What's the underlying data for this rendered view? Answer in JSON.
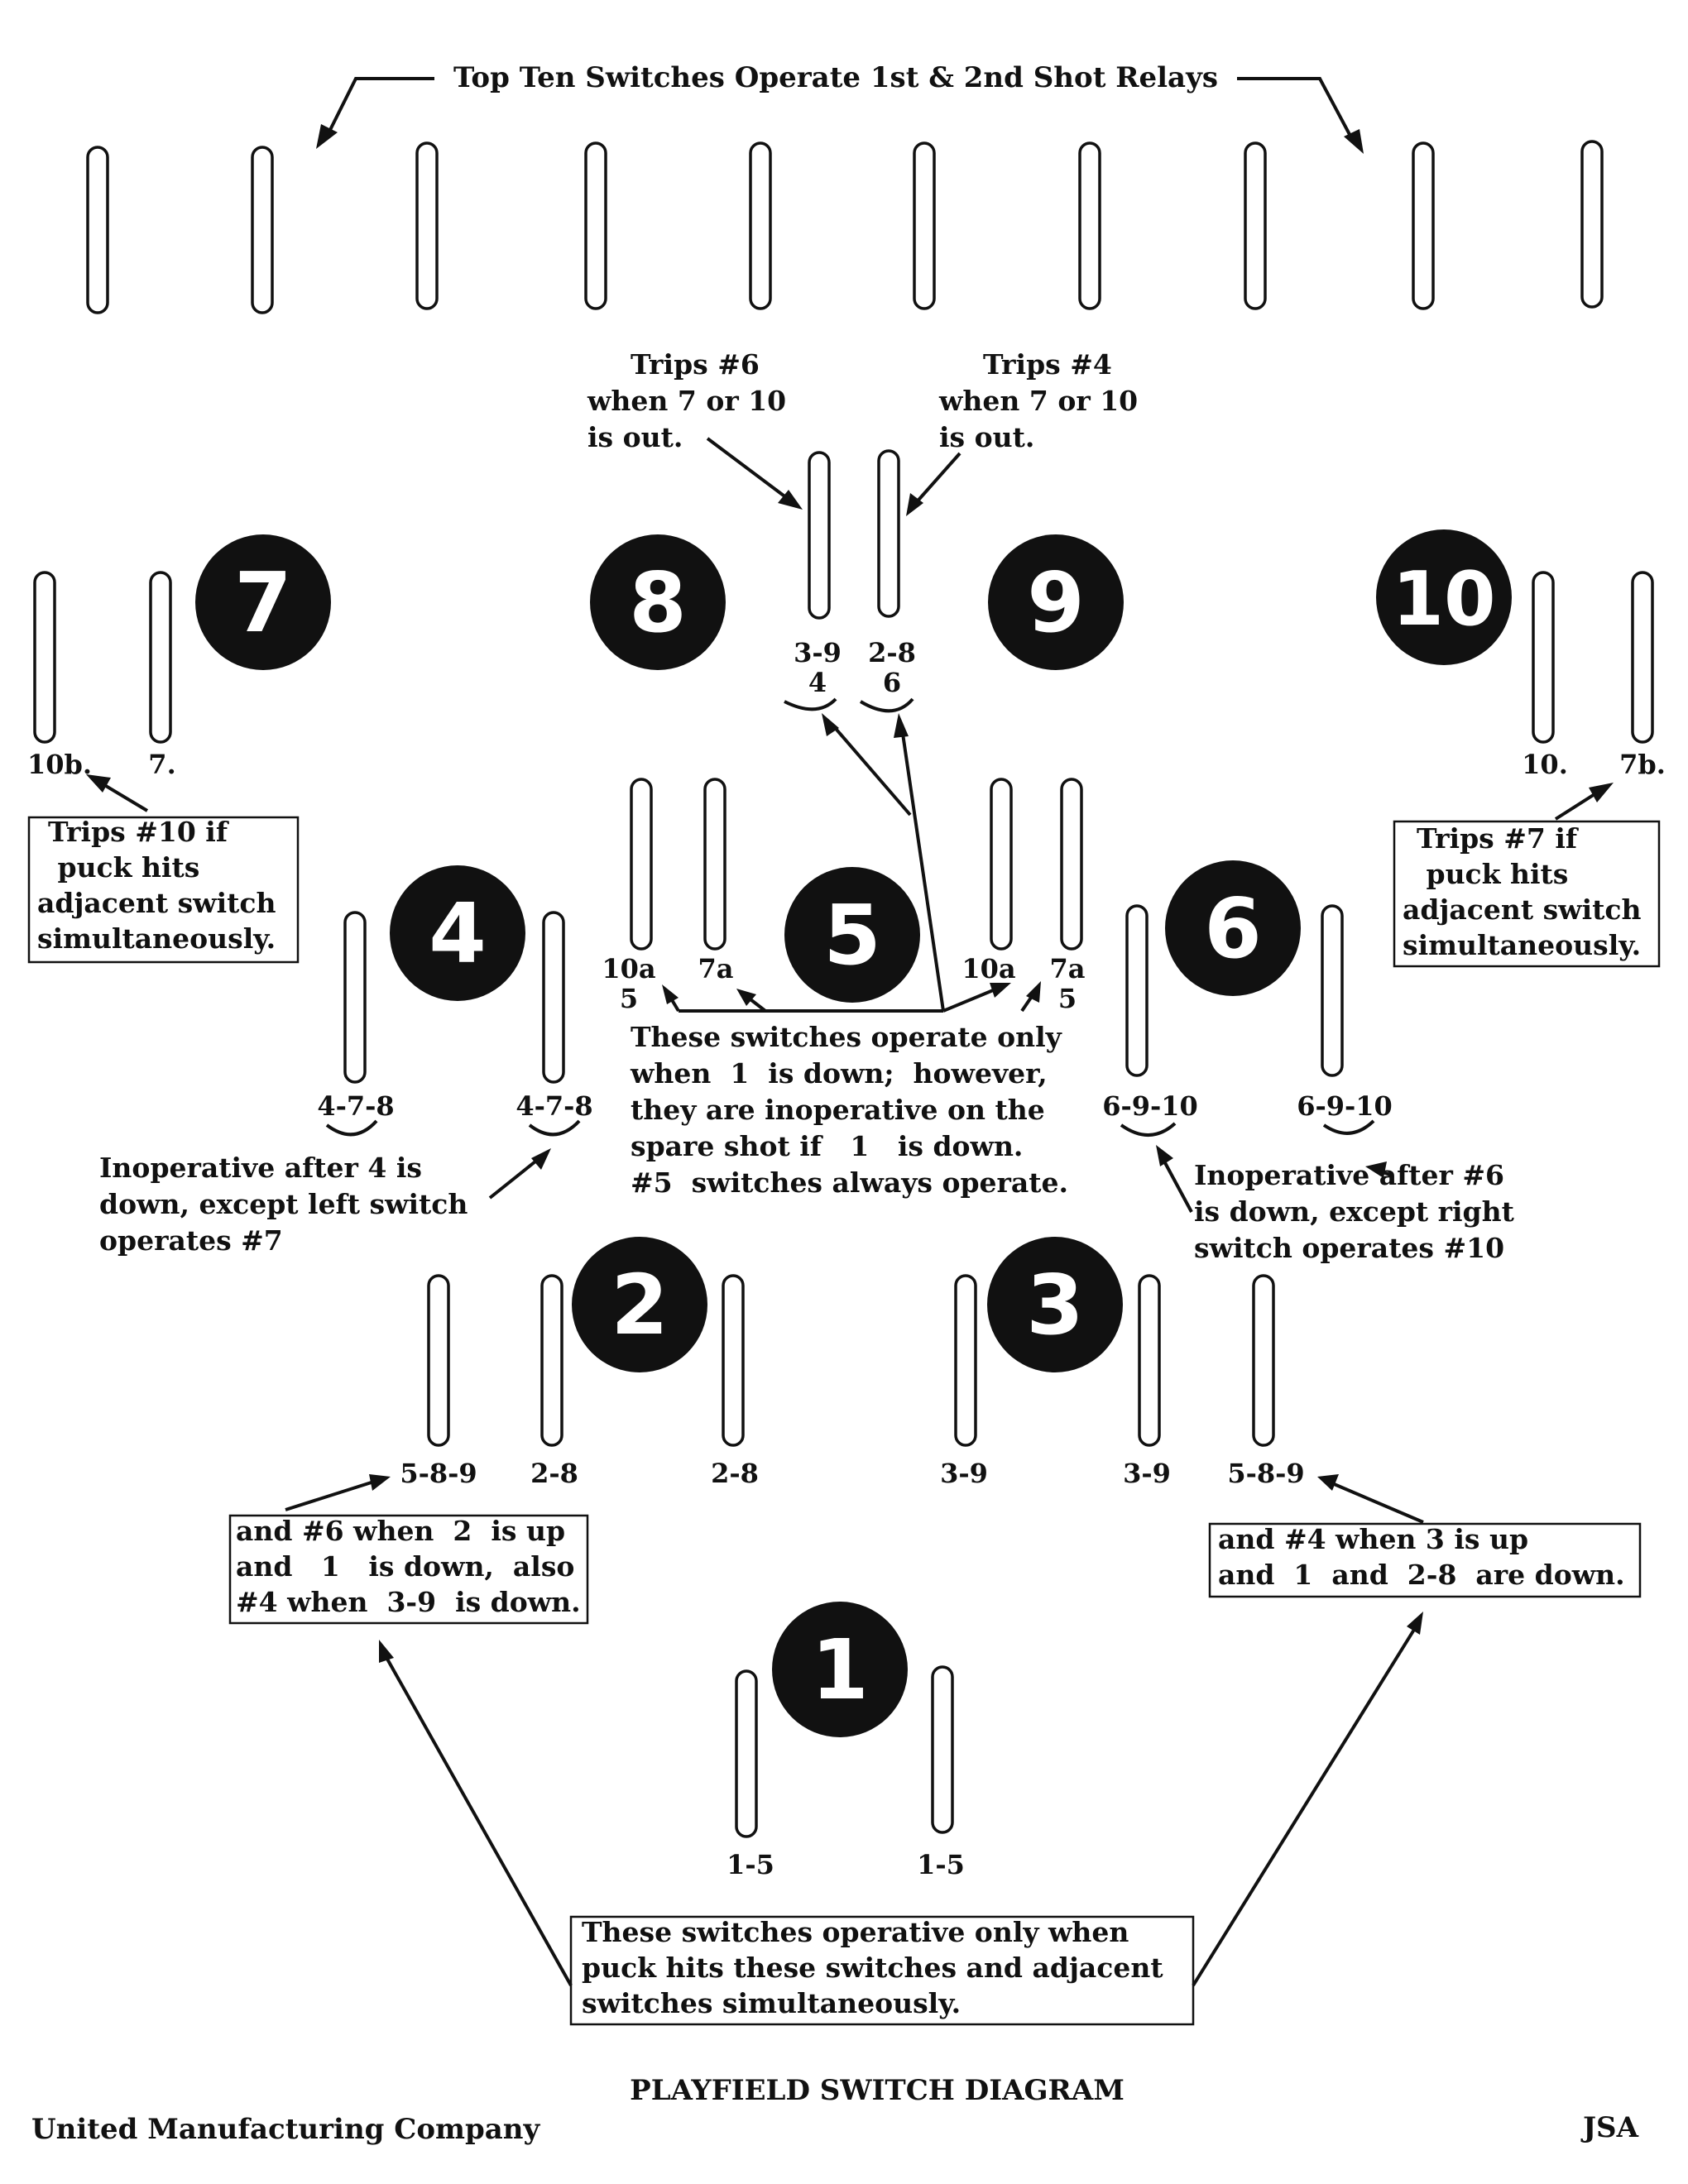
{
  "header_note": "Top Ten Switches Operate 1st & 2nd Shot Relays",
  "pins": [
    {
      "id": "pin-7",
      "label": "7"
    },
    {
      "id": "pin-8",
      "label": "8"
    },
    {
      "id": "pin-9",
      "label": "9"
    },
    {
      "id": "pin-10",
      "label": "10"
    },
    {
      "id": "pin-4",
      "label": "4"
    },
    {
      "id": "pin-5",
      "label": "5"
    },
    {
      "id": "pin-6",
      "label": "6"
    },
    {
      "id": "pin-2",
      "label": "2"
    },
    {
      "id": "pin-3",
      "label": "3"
    },
    {
      "id": "pin-1",
      "label": "1"
    }
  ],
  "switch_labels": {
    "s39": "3-9",
    "s39b": "4",
    "s28": "2-8",
    "s28b": "6",
    "s10b": "10b.",
    "s7": "7.",
    "s10": "10.",
    "s7b": "7b.",
    "s10a_l": "10a",
    "s10a_l2": "5",
    "s7a_l": "7a",
    "s10a_r": "10a",
    "s7a_r": "7a",
    "s7a_r2": "5",
    "s478_l": "4-7-8",
    "s478_r": "4-7-8",
    "s6910_l": "6-9-10",
    "s6910_r": "6-9-10",
    "s589_l": "5-8-9",
    "s28_a": "2-8",
    "s28_c": "2-8",
    "s39_a": "3-9",
    "s39_c": "3-9",
    "s589_r": "5-8-9",
    "s15_l": "1-5",
    "s15_r": "1-5"
  },
  "notes": {
    "trips6": [
      "Trips #6",
      "when 7 or 10",
      "is out."
    ],
    "trips4": [
      "Trips #4",
      "when 7 or 10",
      "is out."
    ],
    "trips10": [
      "Trips #10 if",
      " puck hits",
      "adjacent switch",
      "simultaneously."
    ],
    "trips7": [
      "Trips #7 if",
      " puck hits",
      "adjacent switch",
      "simultaneously."
    ],
    "center": [
      "These switches operate only",
      "when  1  is down;  however,",
      "they are inoperative on the",
      "spare shot if   1   is down.",
      "#5  switches always operate."
    ],
    "inop4": [
      "Inoperative after 4 is",
      "down, except left switch",
      "operates #7"
    ],
    "inop6": [
      "Inoperative after #6",
      "is down, except right",
      "switch operates #10"
    ],
    "box_left": [
      "and #6 when  2  is up",
      "and   1   is down,  also",
      "#4 when  3-9  is down."
    ],
    "box_right": [
      "and #4 when 3 is up",
      "and  1  and  2-8  are down."
    ],
    "box_bottom": [
      "These switches operative only when",
      "puck hits these switches and adjacent",
      "switches simultaneously."
    ]
  },
  "footer": {
    "title": "PLAYFIELD SWITCH DIAGRAM",
    "company": "United Manufacturing Company",
    "initials": "JSA"
  }
}
